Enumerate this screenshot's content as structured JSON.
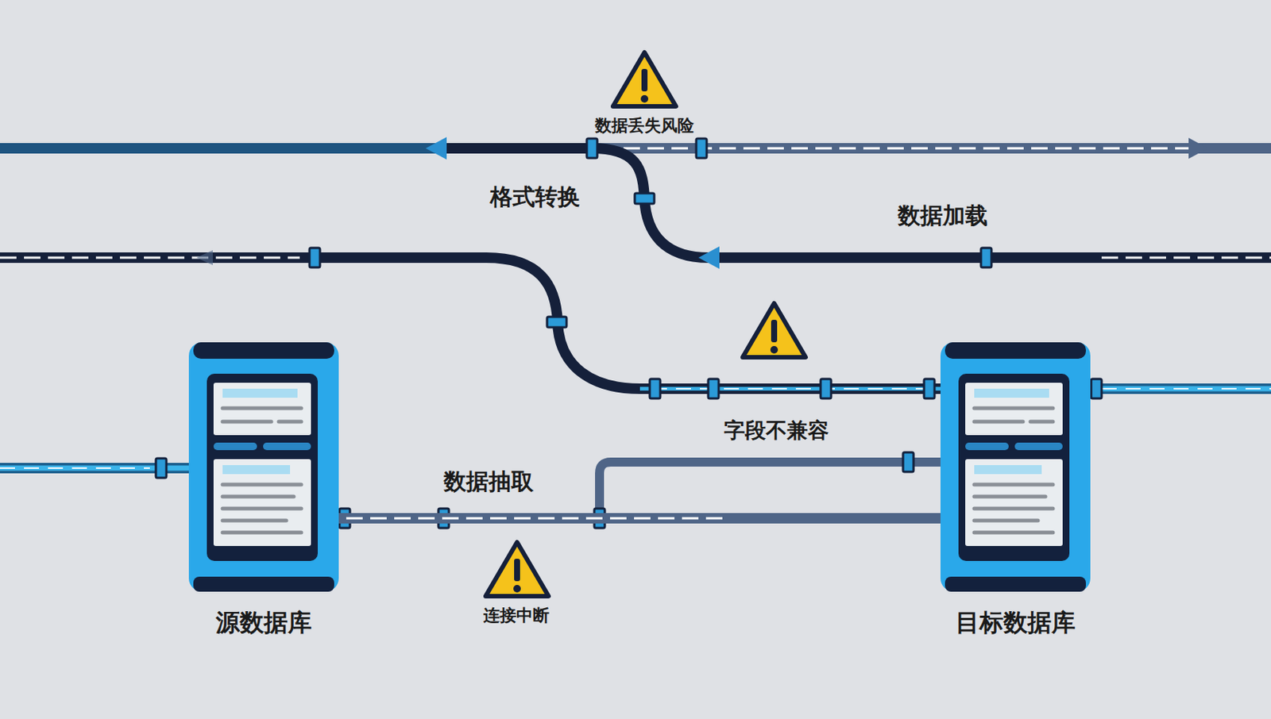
{
  "diagram": {
    "nodes": [
      {
        "text": [
          "源数据库"
        ]
      },
      {
        "text": [
          "目标数据库"
        ]
      }
    ],
    "edges": [
      {
        "from": 0,
        "to": 1,
        "arrow": "none",
        "label": "数据抽取"
      }
    ],
    "labels": [
      "数据丢失风险",
      "格式转换",
      "数据加载",
      "字段不兼容",
      "连接中断"
    ]
  }
}
